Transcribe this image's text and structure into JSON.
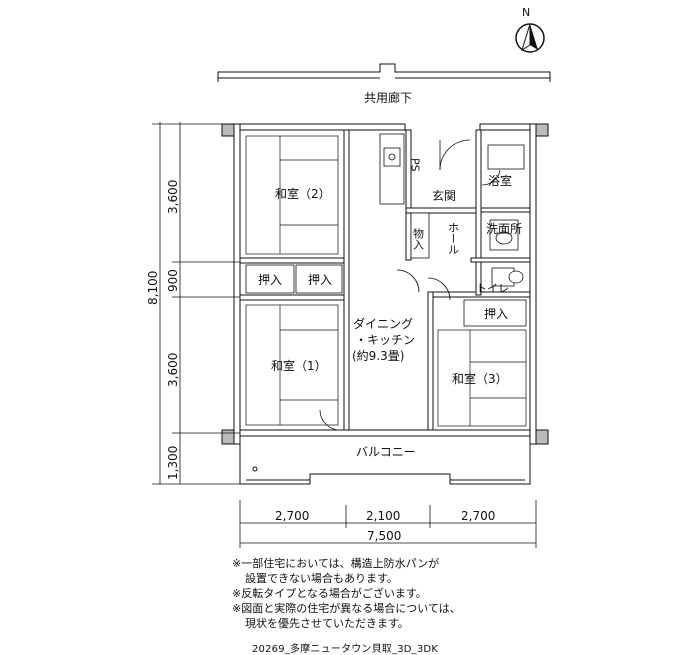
{
  "compass": {
    "north_label": "N"
  },
  "corridor_label": "共用廊下",
  "balcony_label": "バルコニー",
  "rooms": {
    "washitsu_2": "和室（2）",
    "washitsu_1": "和室（1）",
    "washitsu_3": "和室（3）",
    "dining_l1": "ダイニング",
    "dining_l2": "・キッチン",
    "dining_l3": "(約9.3畳)",
    "genkan": "玄関",
    "hall": "ホール",
    "monoire": "物入",
    "ps": "PS",
    "bath": "浴室",
    "senmen": "洗面所",
    "toilet": "トイレ",
    "oshiire_a": "押入",
    "oshiire_b": "押入",
    "oshiire_c": "押入"
  },
  "dimensions": {
    "vertical_total": "8,100",
    "vertical": [
      "3,600",
      "900",
      "3,600",
      "1,300"
    ],
    "horizontal": [
      "2,700",
      "2,100",
      "2,700"
    ],
    "horizontal_total": "7,500"
  },
  "notes": [
    "※一部住宅においては、構造上防水パンが",
    "設置できない場合もあります。",
    "※反転タイプとなる場合がございます。",
    "※図面と実際の住宅が異なる場合については、",
    "現状を優先させていただきます。"
  ],
  "caption": "20269_多摩ニュータウン貝取_3D_3DK"
}
